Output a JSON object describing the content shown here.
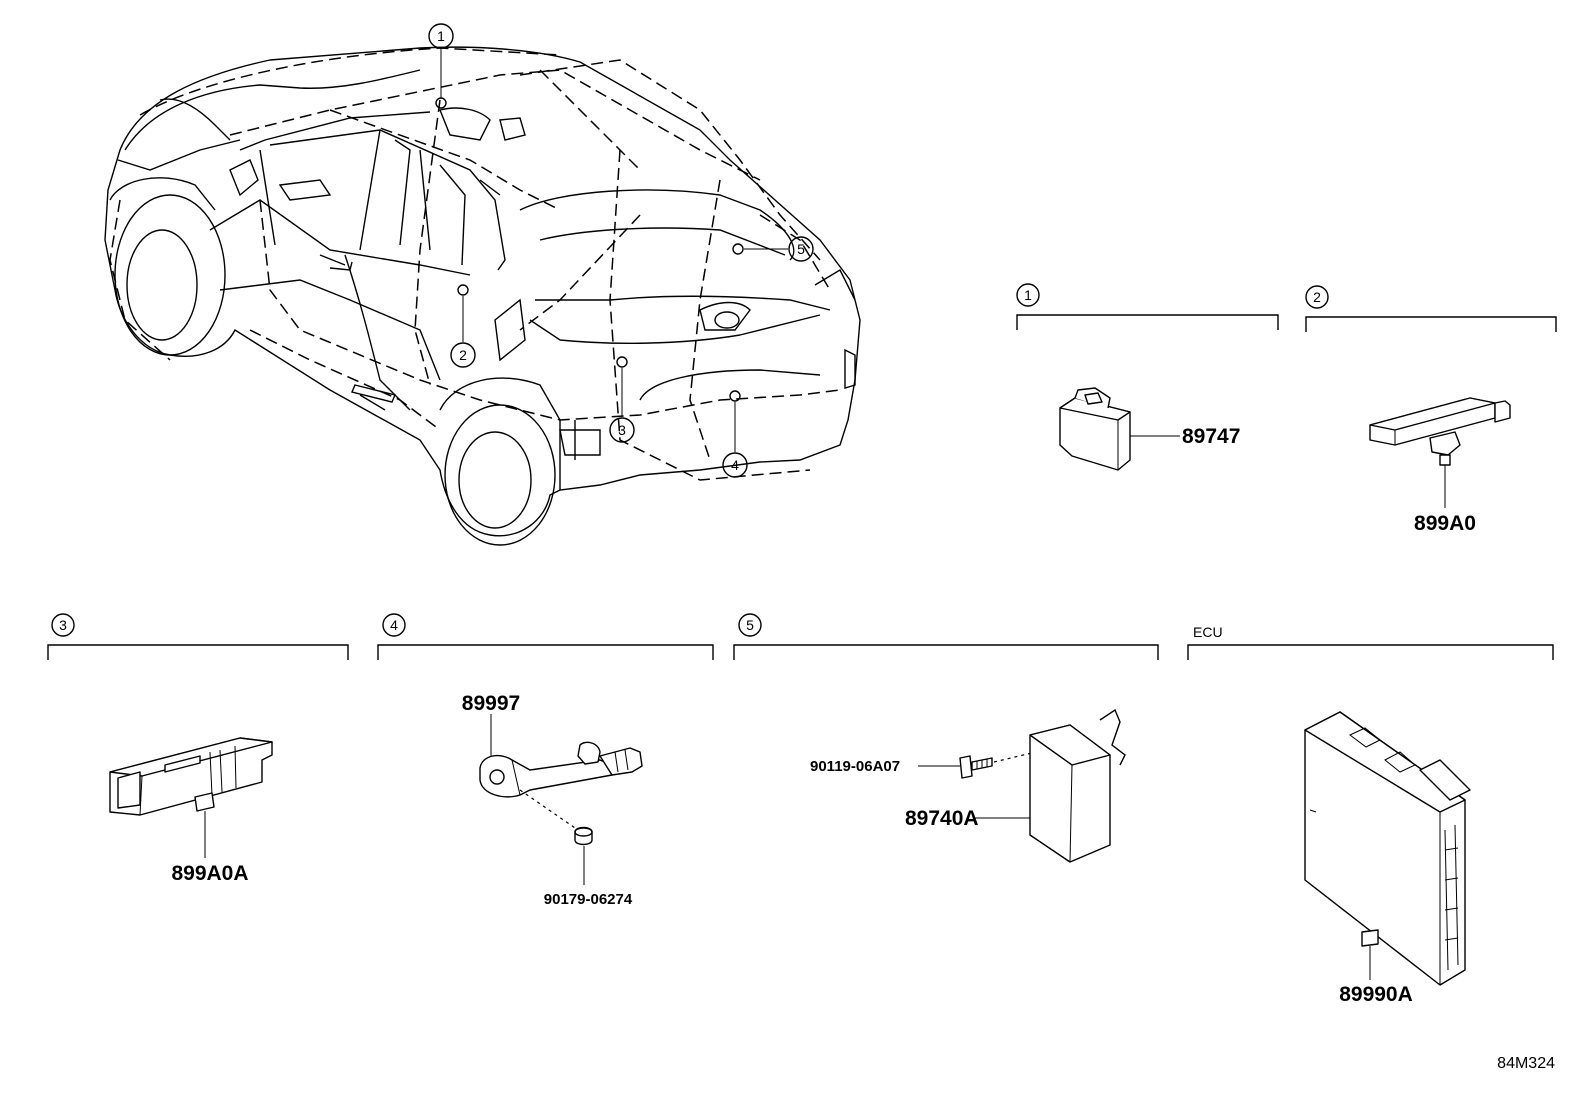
{
  "diagram_code": "84M324",
  "callouts": [
    "1",
    "2",
    "3",
    "4",
    "5"
  ],
  "groups": [
    {
      "id": "1",
      "header": "",
      "parts": [
        "89747"
      ]
    },
    {
      "id": "2",
      "header": "",
      "parts": [
        "899A0"
      ]
    },
    {
      "id": "3",
      "header": "",
      "parts": [
        "899A0A"
      ]
    },
    {
      "id": "4",
      "header": "",
      "parts": [
        "89997",
        "90179-06274"
      ]
    },
    {
      "id": "5",
      "header": "",
      "parts": [
        "90119-06A07",
        "89740A"
      ]
    },
    {
      "id": "ecu",
      "header": "ECU",
      "parts": [
        "89990A"
      ]
    }
  ]
}
